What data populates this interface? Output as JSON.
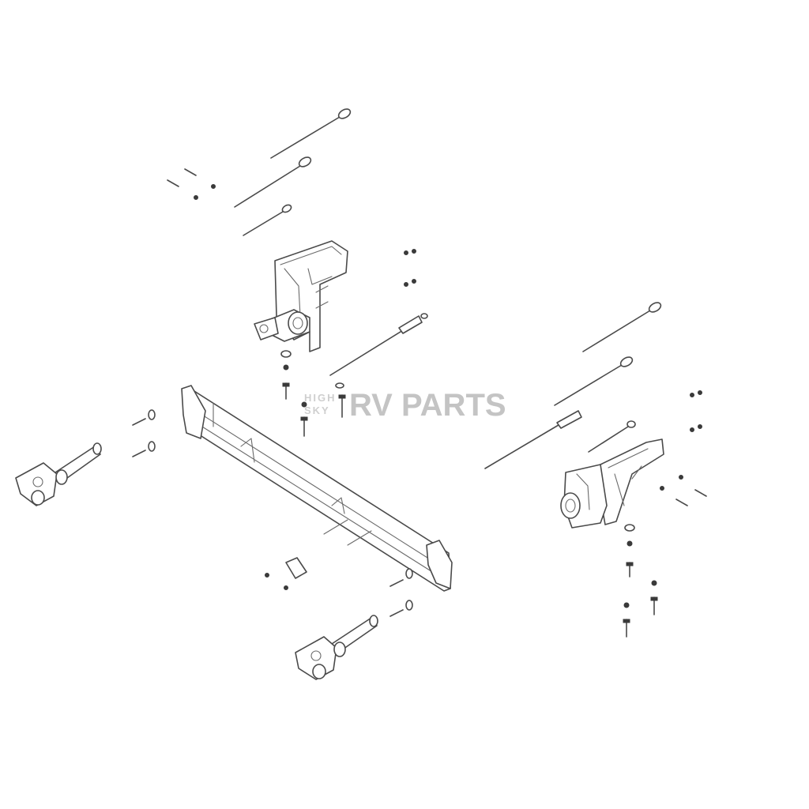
{
  "watermark": {
    "line1": "HIGH",
    "line2": "SKY",
    "brand": "RV PARTS",
    "color": "#c4c4c4"
  },
  "diagram": {
    "line_color": "#4a4a4a",
    "background": "#ffffff"
  }
}
